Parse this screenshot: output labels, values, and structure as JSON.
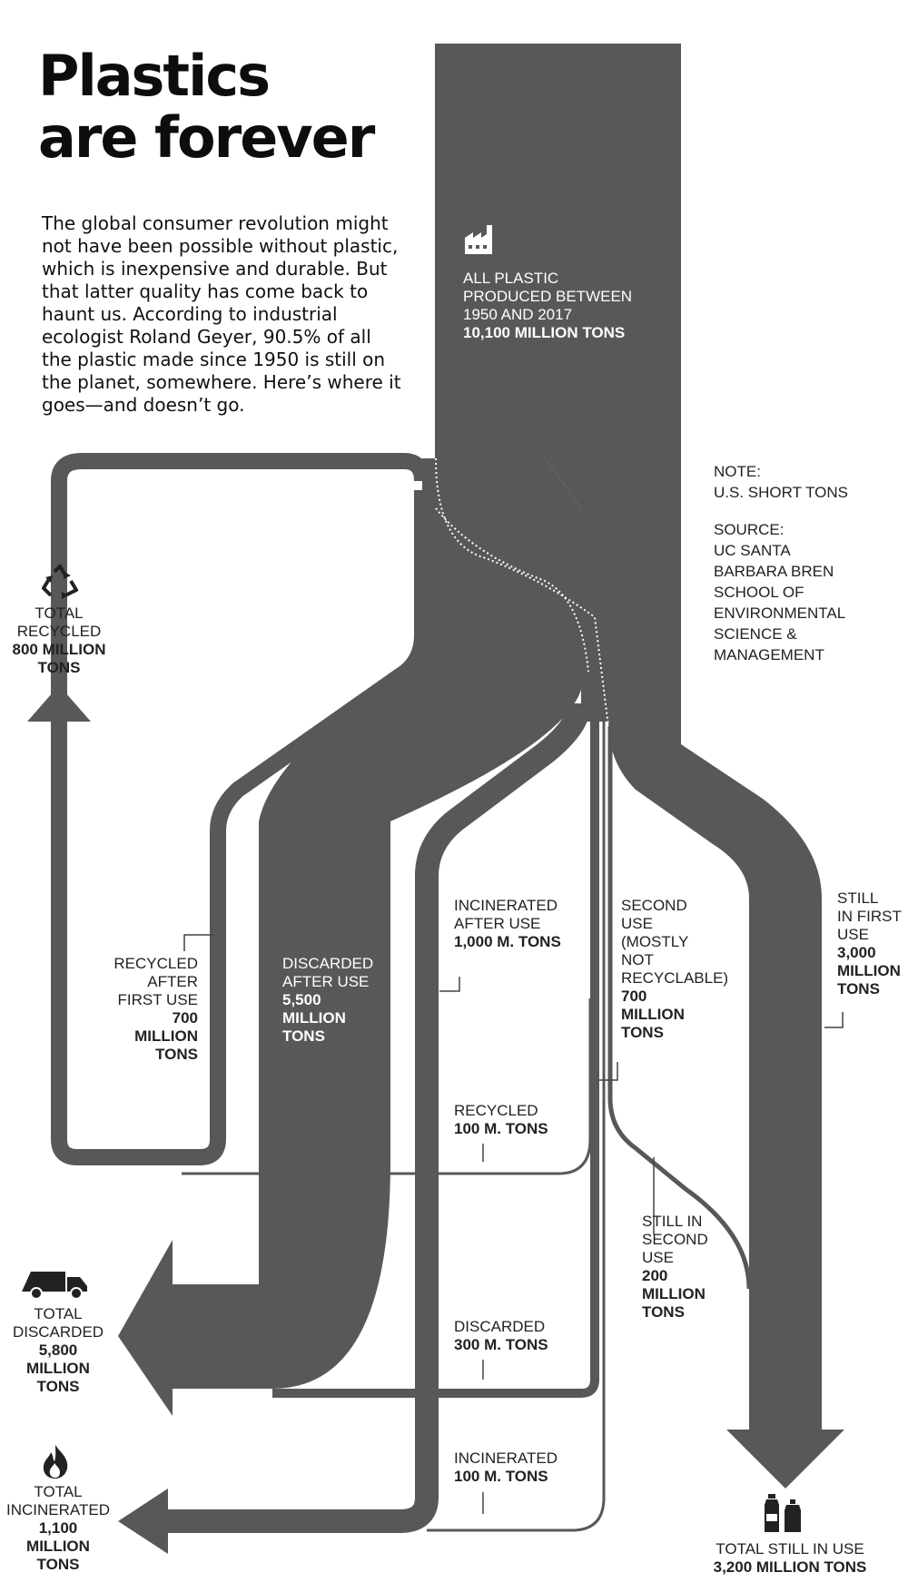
{
  "title": {
    "line1": "Plastics",
    "line2": "are forever"
  },
  "intro": "The global consumer revolution might not have been possible without plastic, which is inexpensive and durable. But that latter quality has come back to haunt us. According to industrial ecologist Roland Geyer, 90.5% of all the plastic made since 1950 is still on the planet, somewhere. Here’s where it goes—and doesn’t go.",
  "note": {
    "label": "NOTE:",
    "text": "U.S. SHORT TONS"
  },
  "source": {
    "label": "SOURCE:",
    "lines": [
      "UC SANTA",
      "BARBARA BREN",
      "SCHOOL OF",
      "ENVIRONMENTAL",
      "SCIENCE &",
      "MANAGEMENT"
    ]
  },
  "colors": {
    "flow": "#58585a",
    "text": "#1a1a1a",
    "background": "#ffffff"
  },
  "icons": {
    "production": "factory-icon",
    "recycled": "recycle-icon",
    "discarded": "garbage-truck-icon",
    "incinerated": "flame-icon",
    "in_use": "bottles-icon"
  },
  "flows": {
    "produced": {
      "lines": [
        "ALL PLASTIC",
        "PRODUCED BETWEEN",
        "1950 AND 2017"
      ],
      "value": "10,100 MILLION TONS"
    },
    "recycled_first": {
      "lines": [
        "RECYCLED",
        "AFTER",
        "FIRST USE"
      ],
      "value_lines": [
        "700",
        "MILLION",
        "TONS"
      ]
    },
    "discarded_after": {
      "lines": [
        "DISCARDED",
        "AFTER USE"
      ],
      "value_lines": [
        "5,500",
        "MILLION",
        "TONS"
      ]
    },
    "incinerated_after": {
      "lines": [
        "INCINERATED",
        "AFTER USE"
      ],
      "value": "1,000 M. TONS"
    },
    "second_use": {
      "lines": [
        "SECOND",
        "USE",
        "(MOSTLY",
        "NOT",
        "RECYCLABLE)"
      ],
      "value_lines": [
        "700",
        "MILLION",
        "TONS"
      ]
    },
    "still_first": {
      "lines": [
        "STILL",
        "IN FIRST",
        "USE"
      ],
      "value_lines": [
        "3,000",
        "MILLION",
        "TONS"
      ]
    },
    "recycled_second": {
      "label": "RECYCLED",
      "value": "100 M. TONS"
    },
    "still_second": {
      "lines": [
        "STILL IN",
        "SECOND",
        "USE"
      ],
      "value_lines": [
        "200",
        "MILLION",
        "TONS"
      ]
    },
    "discarded_second": {
      "label": "DISCARDED",
      "value": "300 M. TONS"
    },
    "incinerated_second": {
      "label": "INCINERATED",
      "value": "100 M. TONS"
    }
  },
  "totals": {
    "recycled": {
      "lines": [
        "TOTAL",
        "RECYCLED"
      ],
      "value_lines": [
        "800 MILLION",
        "TONS"
      ]
    },
    "discarded": {
      "lines": [
        "TOTAL",
        "DISCARDED"
      ],
      "value_lines": [
        "5,800",
        "MILLION",
        "TONS"
      ]
    },
    "incinerated": {
      "lines": [
        "TOTAL",
        "INCINERATED"
      ],
      "value_lines": [
        "1,100",
        "MILLION",
        "TONS"
      ]
    },
    "in_use": {
      "label": "TOTAL STILL IN USE",
      "value": "3,200 MILLION TONS"
    }
  }
}
